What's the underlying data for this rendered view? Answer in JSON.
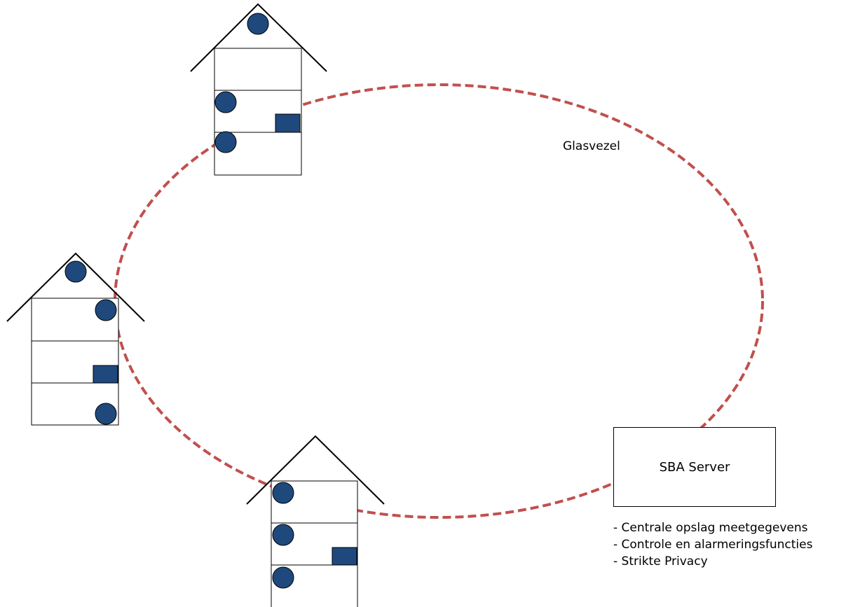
{
  "network": {
    "medium_label": "Glasvezel",
    "ring_color": "#c0504d"
  },
  "server": {
    "title": "SBA Server",
    "features": [
      "- Centrale opslag meetgegevens",
      "- Controle en alarmeringsfuncties",
      "- Strikte Privacy"
    ]
  },
  "colors": {
    "device_fill": "#1f497d",
    "device_stroke": "#000000",
    "building_stroke": "#000000"
  }
}
